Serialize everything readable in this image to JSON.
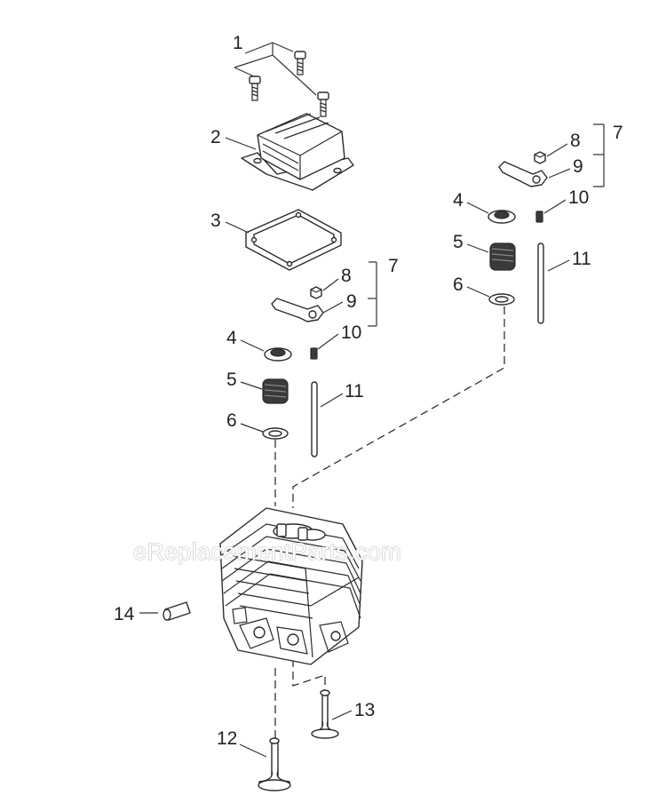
{
  "watermark": "eReplacementParts.com",
  "callouts": {
    "c1": "1",
    "c2": "2",
    "c3": "3",
    "c4a": "4",
    "c5a": "5",
    "c6a": "6",
    "c7a": "7",
    "c8a": "8",
    "c9a": "9",
    "c10a": "10",
    "c11a": "11",
    "c4b": "4",
    "c5b": "5",
    "c6b": "6",
    "c7b": "7",
    "c8b": "8",
    "c9b": "9",
    "c10b": "10",
    "c11b": "11",
    "c12": "12",
    "c13": "13",
    "c14": "14"
  }
}
